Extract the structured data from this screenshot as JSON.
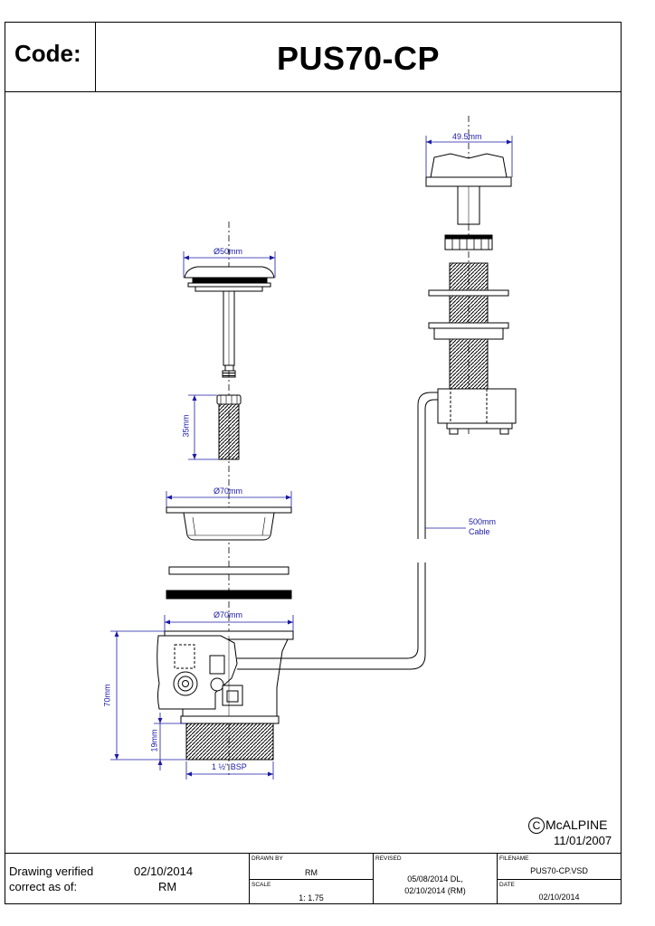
{
  "header": {
    "code_label": "Code:",
    "product_code": "PUS70-CP"
  },
  "dimensions": {
    "button_width": "49.5mm",
    "plug_diameter": "Ø50mm",
    "screw_length": "35mm",
    "flange_diameter": "Ø70mm",
    "body_diameter": "Ø70mm",
    "body_height": "70mm",
    "thread_height": "19mm",
    "thread_size": "1 ½\" BSP"
  },
  "cable_note": {
    "length": "500mm",
    "label": "Cable"
  },
  "brand": {
    "copyright_symbol": "C",
    "name": "McALPINE",
    "date": "11/01/2007"
  },
  "footer": {
    "verified_label_1": "Drawing verified",
    "verified_label_2": "correct as of:",
    "verified_date": "02/10/2014",
    "verified_by": "RM",
    "drawn_by_label": "DRAWN BY",
    "drawn_by": "RM",
    "scale_label": "SCALE",
    "scale": "1: 1.75",
    "revised_label": "REVISED",
    "revised_1": "05/08/2014 DL,",
    "revised_2": "02/10/2014 (RM)",
    "filename_label": "FILENAME",
    "filename": "PUS70-CP.VSD",
    "date_label": "DATE",
    "date": "02/10/2014"
  },
  "colors": {
    "dimension": "#1a1aa8",
    "line": "#000000"
  }
}
